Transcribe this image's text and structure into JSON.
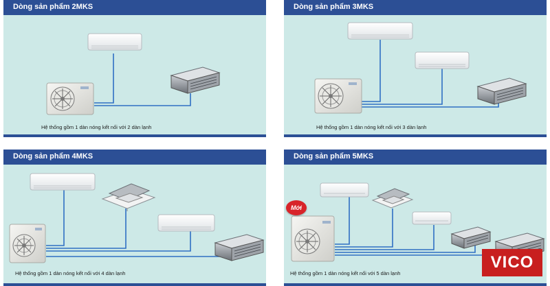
{
  "panels": [
    {
      "title": "Dòng sản phẩm 2MKS",
      "caption": "Hệ thống gồm 1 dàn nóng kết nối với 2 dàn lạnh"
    },
    {
      "title": "Dòng sản phẩm 3MKS",
      "caption": "Hệ thống gồm 1 dàn nóng kết nối với 3 dàn lạnh"
    },
    {
      "title": "Dòng sản phẩm 4MKS",
      "caption": "Hệ thống gồm 1 dàn nóng kết nối với 4 dàn lạnh"
    },
    {
      "title": "Dòng sản phẩm 5MKS",
      "caption": "Hệ thống gồm 1 dàn nóng kết nối với 5 dàn lạnh"
    }
  ],
  "badge_new": "Mới",
  "watermark": "VICO",
  "colors": {
    "header": "#2c4f95",
    "panel_bg": "#cde9e7",
    "pipe": "#2f6fc4",
    "badge": "#d8242a",
    "logo": "#c81f1f"
  }
}
